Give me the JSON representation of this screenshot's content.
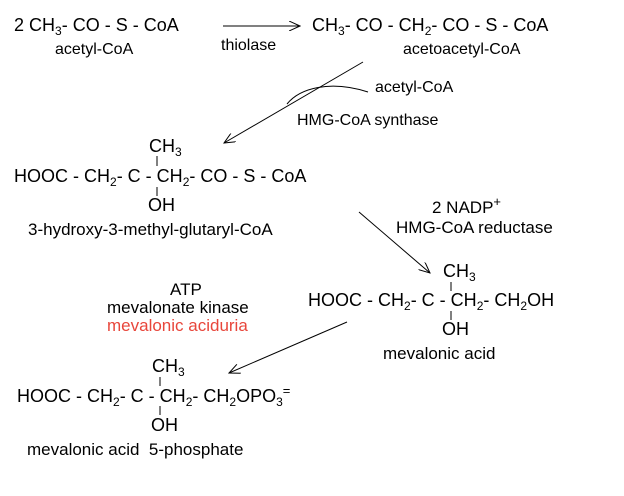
{
  "step1": {
    "reactant": {
      "pre": "2 CH",
      "sub": "3",
      "post": "- CO - S - CoA"
    },
    "reactant_name": "acetyl-CoA",
    "enzyme": "thiolase"
  },
  "step2": {
    "product": {
      "a": "CH",
      "a_sub": "3",
      "b": "- CO - CH",
      "b_sub": "2",
      "c": "- CO - S - CoA"
    },
    "product_name": "acetoacetyl-CoA",
    "cosubstrate": "acetyl-CoA",
    "enzyme": "HMG-CoA synthase"
  },
  "hmg_coa": {
    "top": "CH",
    "top_sub": "3",
    "main_a": "HOOC - CH",
    "main_a_sub": "2",
    "main_b": "- C - CH",
    "main_b_sub": "2",
    "main_c": "- CO - S - CoA",
    "bottom": "OH",
    "name": "3-hydroxy-3-methyl-glutaryl-CoA"
  },
  "step3": {
    "cofactor": "2 NADP",
    "cofactor_sup": "+",
    "enzyme": "HMG-CoA reductase"
  },
  "mevalonate": {
    "top": "CH",
    "top_sub": "3",
    "main_a": "HOOC - CH",
    "main_a_sub": "2",
    "main_b": "- C - CH",
    "main_b_sub": "2",
    "main_c": "- CH",
    "main_c_sub": "2",
    "main_d": "OH",
    "bottom": "OH",
    "name": "mevalonic acid"
  },
  "step4": {
    "cofactor": "ATP",
    "enzyme": "mevalonate kinase",
    "disease": "mevalonic aciduria"
  },
  "mevalonate_5p": {
    "top": "CH",
    "top_sub": "3",
    "main_a": "HOOC - CH",
    "main_a_sub": "2",
    "main_b": "- C - CH",
    "main_b_sub": "2",
    "main_c": "- CH",
    "main_c_sub": "2",
    "main_d": "OPO",
    "main_d_sub": "3",
    "main_sup": "=",
    "bottom": "OH",
    "name": "mevalonic acid  5-phosphate"
  },
  "colors": {
    "text": "#000000",
    "disease": "#e8463b"
  }
}
